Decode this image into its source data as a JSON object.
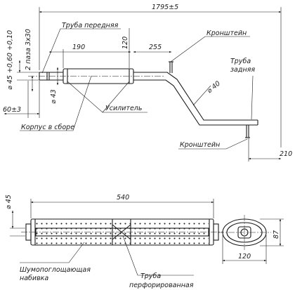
{
  "dimensions": {
    "overall_length": "1795±5",
    "pipe_diameter": "⌀ 45 +0,60 +0,10",
    "slots": "2 паза 3х30",
    "len_190": "190",
    "len_120_top": "120",
    "len_255": "255",
    "dia_40": "⌀ 40",
    "dia_43": "⌀ 43",
    "offset_60": "60±3",
    "len_210": "210",
    "dia_45_bottom": "⌀ 45",
    "len_540": "540",
    "height_87": "87",
    "width_120": "120"
  },
  "labels": {
    "front_pipe": "Труба передняя",
    "bracket_top": "Кронштейн",
    "rear_pipe_line1": "Труба",
    "rear_pipe_line2": "задняя",
    "reinforcement": "Усилитель",
    "housing_assembly": "Корпус в сборе",
    "bracket_bottom": "Кронштейн",
    "sound_absorbing_line1": "Шумопоглощающая",
    "sound_absorbing_line2": "набивка",
    "perforated_pipe_line1": "Труба",
    "perforated_pipe_line2": "перфорированная"
  }
}
